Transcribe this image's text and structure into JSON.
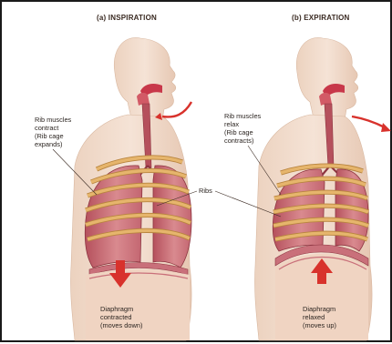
{
  "panels": [
    {
      "title": "(a) INSPIRATION",
      "rib_muscle_label": [
        "Rib muscles",
        "contract",
        "(Rib cage",
        "expands)"
      ],
      "diaphragm_label": [
        "Diaphragm",
        "contracted",
        "(moves down)"
      ],
      "airflow": "in",
      "diaphragm_arrow": "down"
    },
    {
      "title": "(b) EXPIRATION",
      "rib_muscle_label": [
        "Rib muscles",
        "relax",
        "(Rib cage",
        "contracts)"
      ],
      "diaphragm_label": [
        "Diaphragm",
        "relaxed",
        "(moves up)"
      ],
      "airflow": "out",
      "diaphragm_arrow": "up"
    }
  ],
  "ribs_label": "Ribs",
  "colors": {
    "skin": "#f2dccb",
    "skin_shade": "#e8c9b4",
    "lung": "#d4757d",
    "lung_dark": "#b5505c",
    "rib": "#e6b56c",
    "rib_edge": "#b8843e",
    "airway": "#c8384a",
    "arrow": "#d8322c"
  }
}
